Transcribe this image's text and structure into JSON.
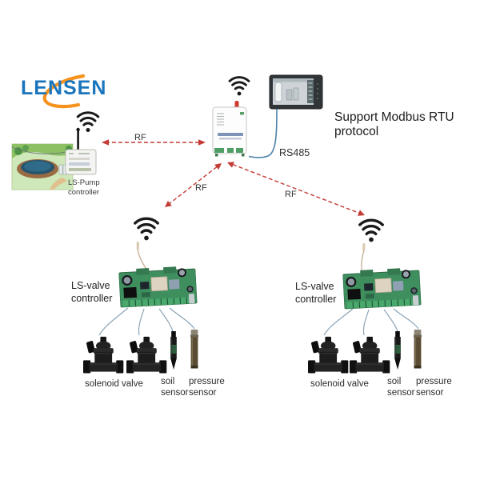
{
  "logo": {
    "text": "LENSEN"
  },
  "note": {
    "line1": "Support Modbus RTU",
    "line2": "protocol"
  },
  "links": {
    "rf": "RF",
    "rs485": "RS485"
  },
  "pump_controller": {
    "label_line1": "LS-Pump",
    "label_line2": "controller"
  },
  "stations": [
    {
      "label_line1": "LS-valve",
      "label_line2": "controller"
    },
    {
      "label_line1": "LS-valve",
      "label_line2": "controller"
    }
  ],
  "field_devices": {
    "solenoid_valve": "solenoid valve",
    "soil_sensor_line1": "soil",
    "soil_sensor_line2": "sensor",
    "pressure_sensor_line1": "pressure",
    "pressure_sensor_line2": "sensor"
  },
  "icons": {
    "wifi": "wifi-signal-arcs-with-dot",
    "antenna": "vertical-rod-antenna"
  },
  "colors": {
    "logo_blue": "#1b75bc",
    "logo_orange": "#f6921e",
    "rf_arrow_red": "#c43b35",
    "cable_blue": "#4d82aa",
    "pcb_green": "#3e8e5e",
    "background": "#ffffff"
  }
}
